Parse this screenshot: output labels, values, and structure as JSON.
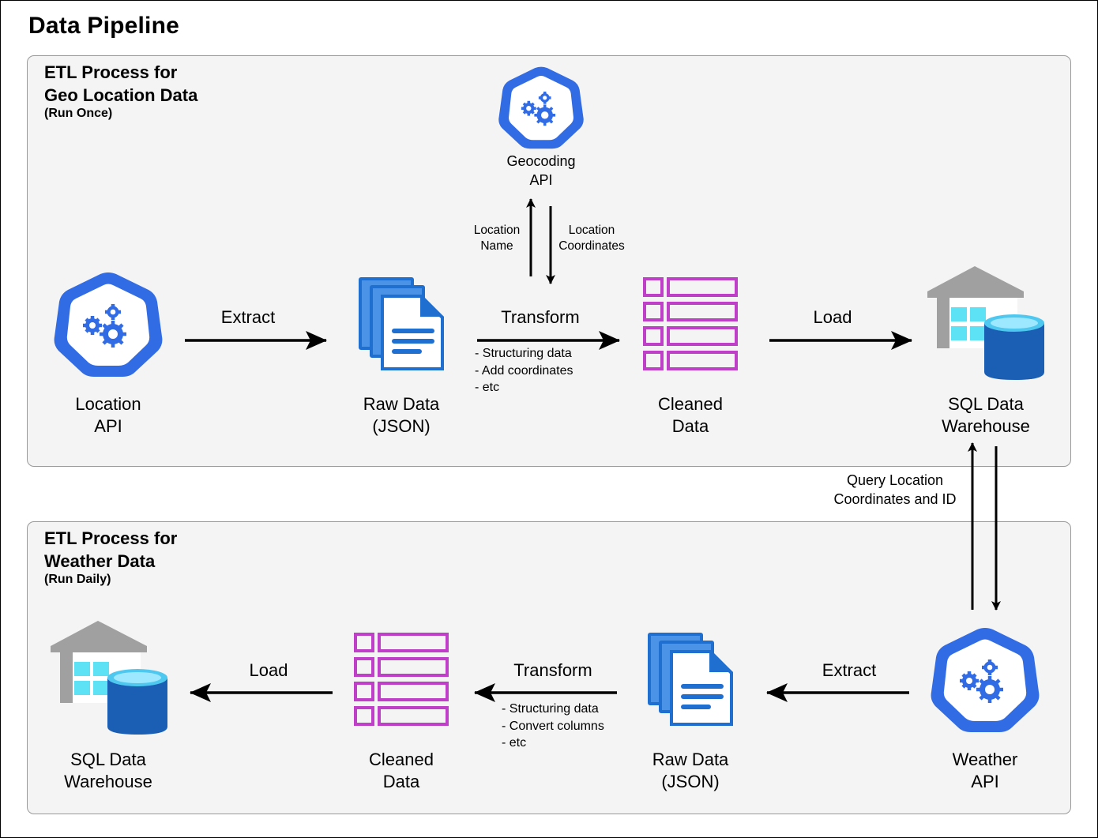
{
  "title": "Data Pipeline",
  "group_geo": {
    "title_line1": "ETL Process for",
    "title_line2": "Geo Location Data",
    "subtitle": "(Run Once)"
  },
  "group_weather": {
    "title_line1": "ETL Process for",
    "title_line2": "Weather Data",
    "subtitle": "(Run Daily)"
  },
  "nodes": {
    "location_api": {
      "line1": "Location",
      "line2": "API",
      "icon": "kubernetes-gear-icon"
    },
    "geocoding_api": {
      "line1": "Geocoding",
      "line2": "API",
      "icon": "kubernetes-gear-icon"
    },
    "raw_data_top": {
      "line1": "Raw Data",
      "line2": "(JSON)",
      "icon": "documents-icon"
    },
    "cleaned_top": {
      "line1": "Cleaned",
      "line2": "Data",
      "icon": "table-icon"
    },
    "warehouse_top": {
      "line1": "SQL Data",
      "line2": "Warehouse",
      "icon": "warehouse-database-icon"
    },
    "weather_api": {
      "line1": "Weather",
      "line2": "API",
      "icon": "kubernetes-gear-icon"
    },
    "raw_data_bottom": {
      "line1": "Raw Data",
      "line2": "(JSON)",
      "icon": "documents-icon"
    },
    "cleaned_bottom": {
      "line1": "Cleaned",
      "line2": "Data",
      "icon": "table-icon"
    },
    "warehouse_bottom": {
      "line1": "SQL Data",
      "line2": "Warehouse",
      "icon": "warehouse-database-icon"
    }
  },
  "edges": {
    "extract_top": "Extract",
    "transform_top": "Transform",
    "transform_top_notes": [
      "- Structuring data",
      "- Add coordinates",
      "- etc"
    ],
    "load_top": "Load",
    "location_name": [
      "Location",
      "Name"
    ],
    "location_coordinates": [
      "Location",
      "Coordinates"
    ],
    "query": [
      "Query Location",
      "Coordinates and ID"
    ],
    "extract_bottom": "Extract",
    "transform_bottom": "Transform",
    "transform_bottom_notes": [
      "- Structuring data",
      "- Convert columns",
      "- etc"
    ],
    "load_bottom": "Load"
  },
  "colors": {
    "k8s_blue": "#326ce5",
    "doc_blue": "#1f6fd1",
    "table_magenta": "#c03fc9",
    "warehouse_gray": "#a0a0a0",
    "window_cyan": "#5ce1f5",
    "db_blue": "#1a73c8",
    "group_bg": "#f4f4f4"
  }
}
